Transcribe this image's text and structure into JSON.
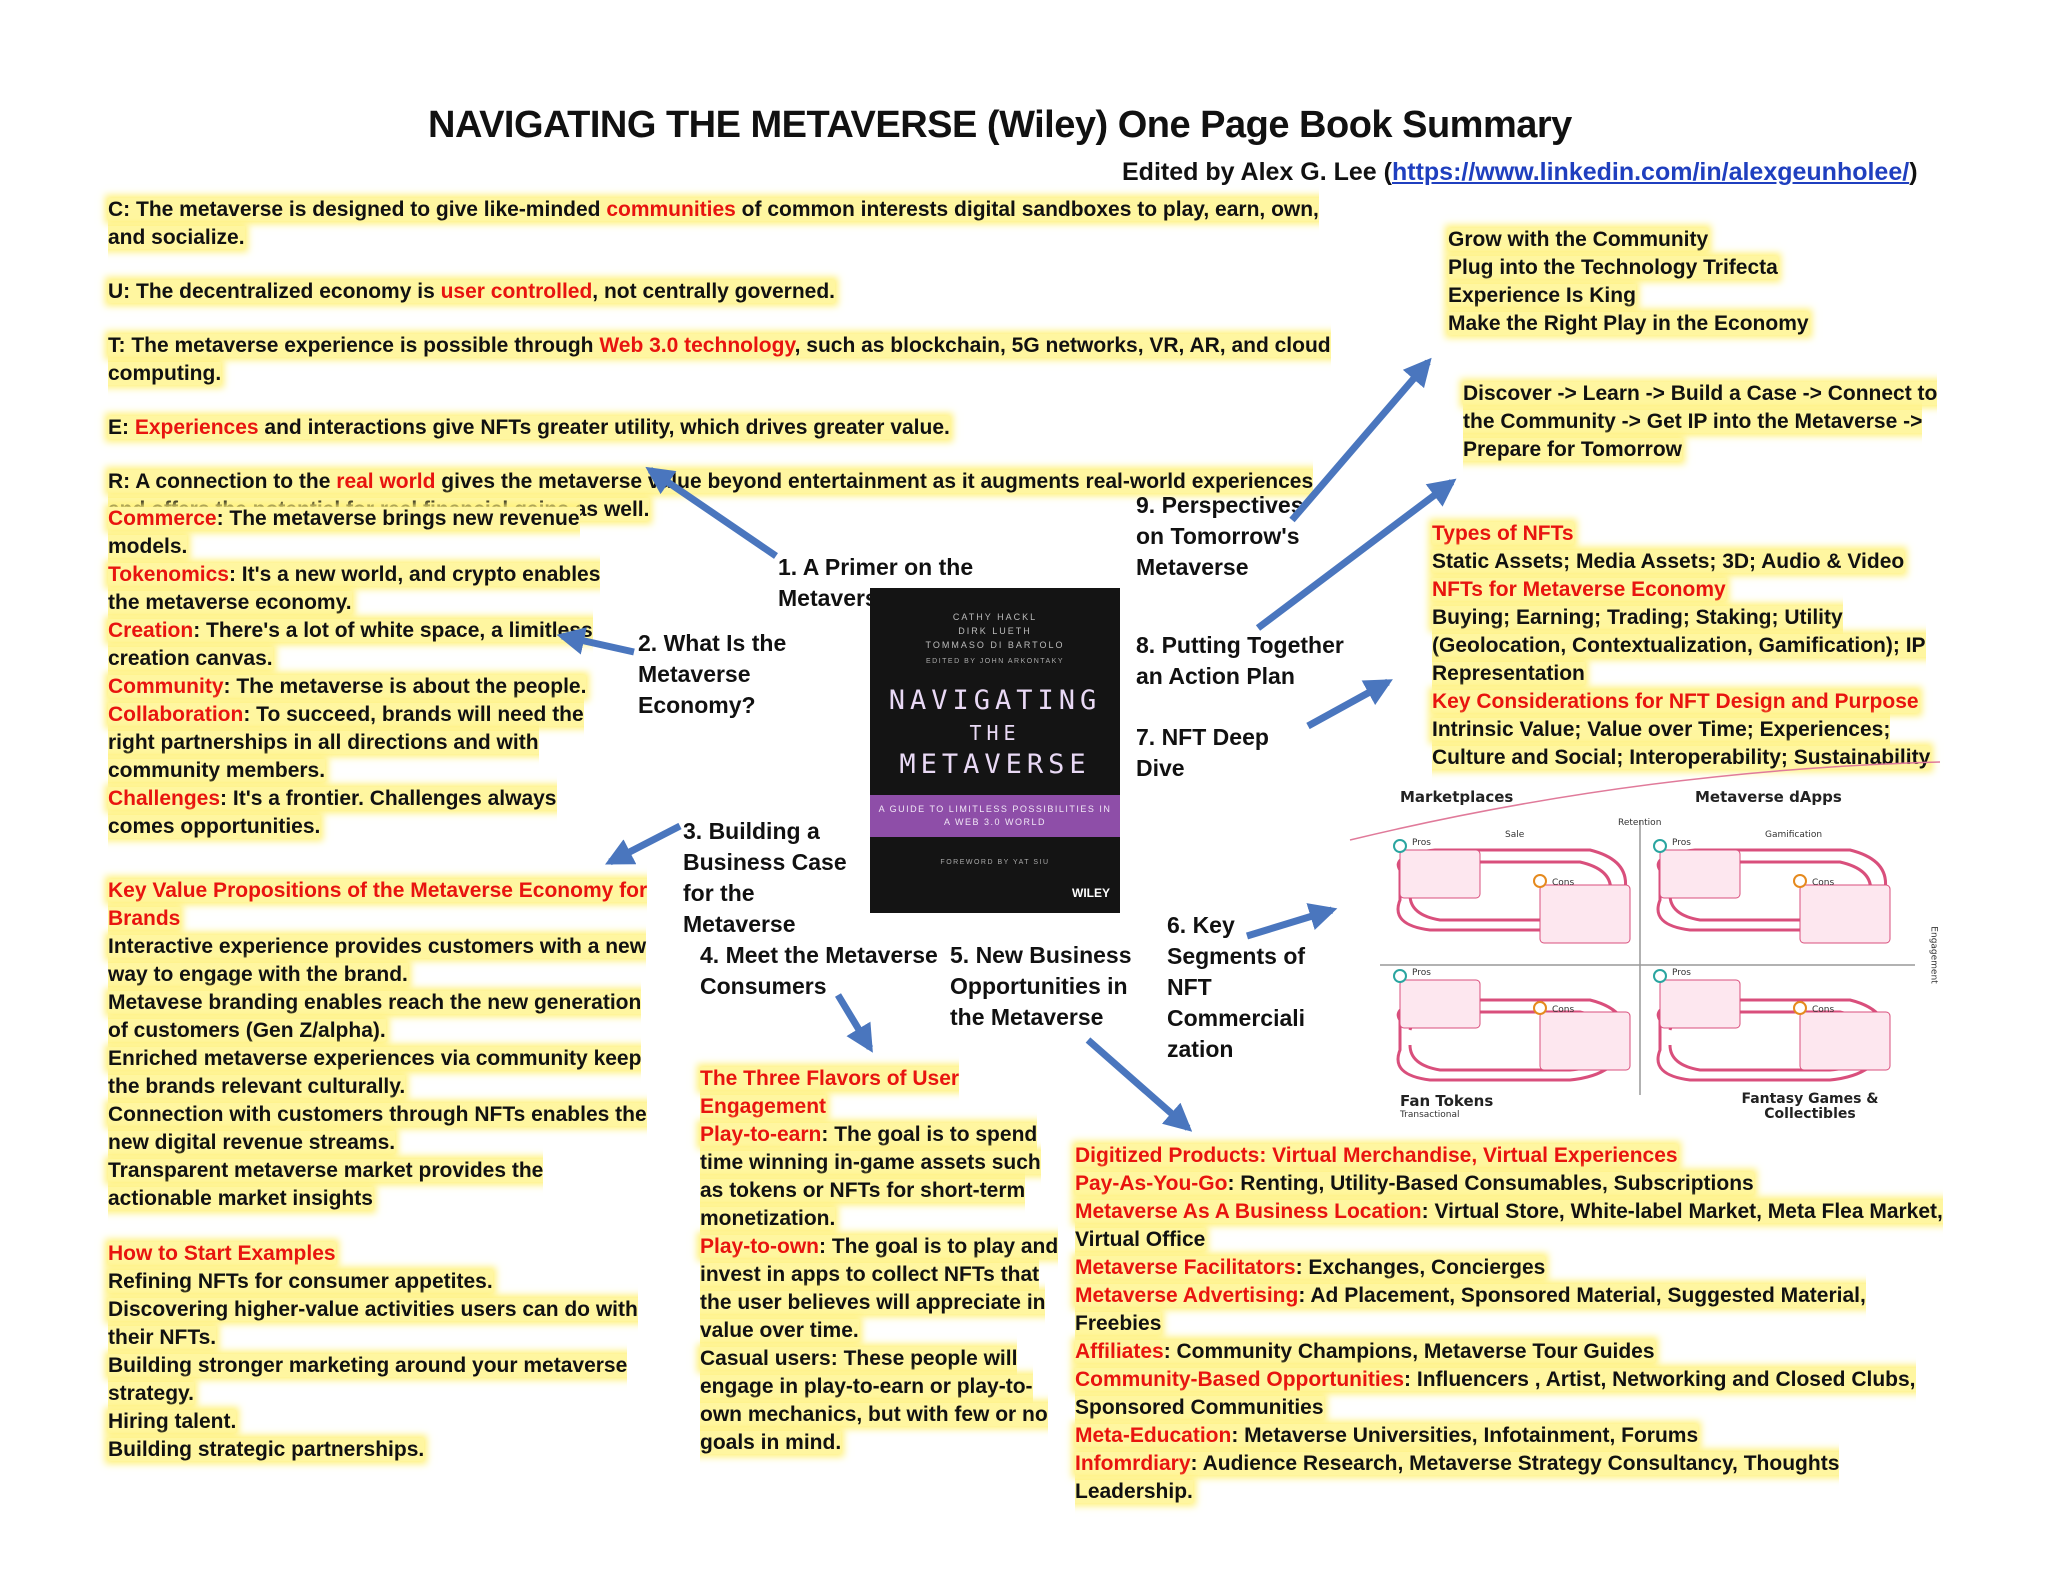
{
  "title": "NAVIGATING THE METAVERSE (Wiley)  One Page Book Summary",
  "subtitle_prefix": "Edited by Alex G. Lee (",
  "subtitle_link": "https://www.linkedin.com/in/alexgeunholee/",
  "subtitle_suffix": ")",
  "cute": [
    {
      "pre": "C: The metaverse is designed to give like-minded ",
      "red": "communities",
      "post": " of common interests digital sandboxes to play, earn, own, and socialize."
    },
    {
      "pre": "U: The decentralized economy is ",
      "red": "user controlled",
      "post": ", not centrally governed."
    },
    {
      "pre": "T: The metaverse experience is possible through ",
      "red": "Web 3.0 technology",
      "post": ", such as blockchain, 5G networks, VR, AR, and cloud computing."
    },
    {
      "pre": "E: ",
      "red": "Experiences",
      "post": " and interactions give NFTs greater utility, which drives greater value."
    },
    {
      "pre": "R: A connection to the ",
      "red": "real world",
      "post": " gives the metaverse value beyond entertainment as it augments real-world experiences and offers the potential for real financial gains as well."
    }
  ],
  "economy": [
    {
      "red": "Commerce",
      "post": ": The metaverse brings new revenue models."
    },
    {
      "red": "Tokenomics",
      "post": ": It's a new world, and crypto enables the metaverse economy."
    },
    {
      "red": "Creation",
      "post": ": There's a lot of white space, a limitless creation canvas."
    },
    {
      "red": "Community",
      "post": ": The metaverse is about the people."
    },
    {
      "red": "Collaboration",
      "post": ": To succeed, brands will need the right partnerships in all directions and with community members."
    },
    {
      "red": "Challenges",
      "post": ": It's a frontier. Challenges always comes opportunities."
    }
  ],
  "value_heading": "Key Value Propositions of the Metaverse Economy for Brands",
  "value_items": [
    "Interactive experience provides customers with a new way to engage with the brand.",
    "Metavese branding enables reach the new generation of customers (Gen Z/alpha).",
    "Enriched metaverse experiences via community keep the brands relevant culturally.",
    "Connection with customers through NFTs enables the new digital revenue streams.",
    "Transparent metaverse market provides the actionable market insights"
  ],
  "start_heading": "How to Start Examples",
  "start_items": [
    "Refining NFTs for consumer appetites.",
    "Discovering higher-value activities users can do with their NFTs.",
    "Building stronger marketing around your metaverse strategy.",
    "Hiring talent.",
    "Building strategic partnerships."
  ],
  "nodes": {
    "n1": "1. A Primer on the Metaverse",
    "n2": "2. What Is the Metaverse Economy?",
    "n3": "3. Building a Business Case for the Metaverse",
    "n4": "4. Meet the Metaverse Consumers",
    "n5": "5. New Business Opportunities in the Metaverse",
    "n6": "6. Key Segments of NFT Commerciali zation",
    "n7": "7. NFT Deep Dive",
    "n8": "8. Putting Together an Action Plan",
    "n9": "9. Perspectives on Tomorrow's Metaverse"
  },
  "flavors_heading": "The Three Flavors of User Engagement",
  "flavors": [
    {
      "red": "Play-to-earn",
      "post": ": The goal is to spend time winning in-game assets such as tokens or NFTs for short-term monetization."
    },
    {
      "red": "Play-to-own",
      "post": ": The goal is to play and invest in apps to collect NFTs that the user believes will appreciate in value over time."
    },
    {
      "red": "",
      "post": "Casual users: These people will engage in play-to-earn or play-to-own mechanics, but with few or no goals in mind."
    }
  ],
  "opportunities": [
    {
      "red": "Digitized Products: Virtual Merchandise, Virtual Experiences",
      "post": ""
    },
    {
      "red": "Pay-As-You-Go",
      "post": ": Renting, Utility-Based Consumables, Subscriptions"
    },
    {
      "red": "Metaverse As A Business Location",
      "post": ": Virtual Store, White-label Market, Meta Flea Market, Virtual Office"
    },
    {
      "red": "Metaverse Facilitators",
      "post": ": Exchanges, Concierges"
    },
    {
      "red": "Metaverse Advertising",
      "post": ": Ad Placement, Sponsored Material, Suggested Material, Freebies"
    },
    {
      "red": "Affiliates",
      "post": ": Community Champions, Metaverse Tour Guides"
    },
    {
      "red": "Community-Based Opportunities",
      "post": ": Influencers , Artist, Networking and Closed Clubs, Sponsored Communities"
    },
    {
      "red": "Meta-Education",
      "post": ": Metaverse Universities, Infotainment, Forums"
    },
    {
      "red": "Infomrdiary",
      "post": ": Audience Research, Metaverse Strategy Consultancy, Thoughts Leadership."
    }
  ],
  "perspectives": [
    "Grow with the Community",
    "Plug into the Technology Trifecta",
    "Experience Is King",
    "Make the Right Play in the Economy"
  ],
  "action_plan": "Discover -> Learn  -> Build a Case -> Connect to the Community ->  Get IP into the Metaverse -> Prepare for Tomorrow",
  "nft": {
    "types_heading": "Types of NFTs",
    "types": "Static Assets;  Media Assets;  3D;  Audio & Video",
    "econ_heading": "NFTs for Metaverse Economy",
    "econ": "Buying; Earning; Trading; Staking; Utility (Geolocation, Contextualization, Gamification); IP Representation",
    "key_heading": "Key Considerations for NFT Design and Purpose",
    "key": "Intrinsic Value; Value over Time; Experiences; Culture and Social; Interoperability; Sustainability"
  },
  "book": {
    "authors": [
      "CATHY HACKL",
      "DIRK LUETH",
      "TOMMASO DI BARTOLO"
    ],
    "editor": "EDITED BY JOHN ARKONTAKY",
    "title_lines": [
      "NAVIGATING",
      "THE",
      "METAVERSE"
    ],
    "tagline": "A GUIDE TO LIMITLESS POSSIBILITIES IN A WEB 3.0 WORLD",
    "foreword": "FOREWORD BY YAT SIU",
    "publisher": "WILEY"
  },
  "matrix": {
    "top_left": "Marketplaces",
    "top_right": "Metaverse dApps",
    "bottom_left": "Fan Tokens",
    "bottom_left_sub": "Transactional",
    "bottom_right": "Fantasy Games & Collectibles",
    "axis_top_left": "Sale",
    "axis_center": "Retention",
    "axis_top_right": "Gamification",
    "axis_right": "Engagement",
    "pros": "Pros",
    "cons": "Cons"
  }
}
